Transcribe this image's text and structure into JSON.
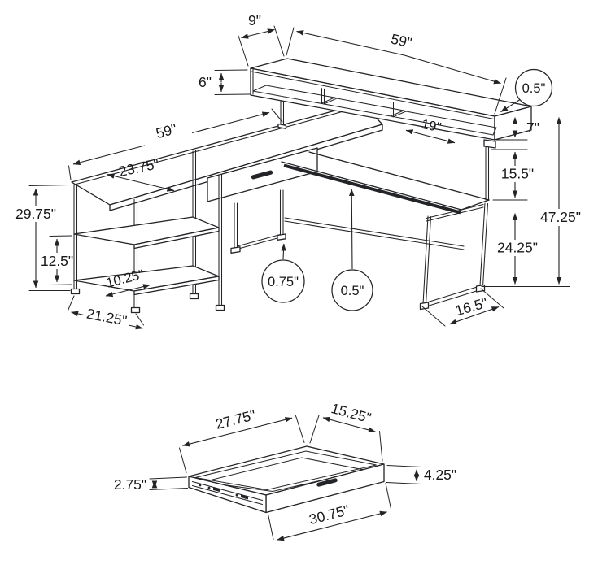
{
  "desk_drawing": {
    "dims": {
      "hutch_depth": "9\"",
      "hutch_length": "59\"",
      "hutch_height_left": "6\"",
      "hutch_top_thickness": "0.5\"",
      "hutch_right_height": "7\"",
      "cubby_width": "19\"",
      "hutch_to_surface_gap": "15.5\"",
      "total_height": "47.25\"",
      "return_surface_height": "24.25\"",
      "return_end_depth": "16.5\"",
      "desk_length": "59\"",
      "desk_depth": "23.75\"",
      "desk_height": "29.75\"",
      "shelf_spacing": "12.5\"",
      "shelf_depth": "10.25\"",
      "shelf_unit_width": "21.25\"",
      "frame_thickness": "0.75\"",
      "panel_thickness": "0.5\""
    }
  },
  "drawer_drawing": {
    "dims": {
      "inner_width": "27.75\"",
      "depth": "15.25\"",
      "side_height": "2.75\"",
      "front_height": "4.25\"",
      "outer_width": "30.75\""
    }
  }
}
